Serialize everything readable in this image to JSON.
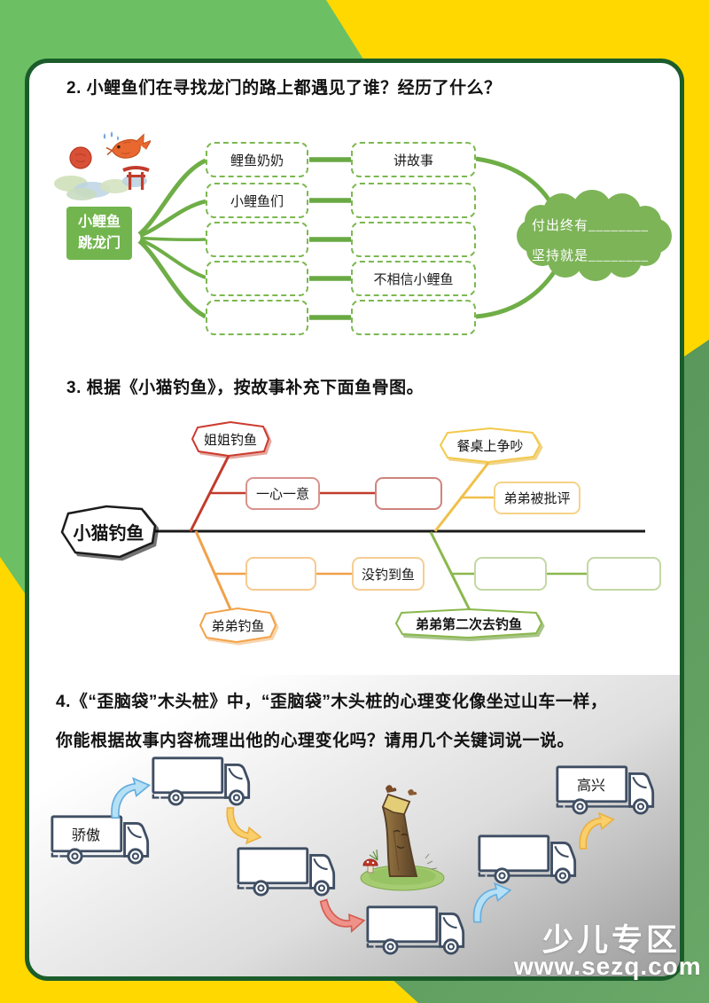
{
  "questions": {
    "q2": "2. 小鲤鱼们在寻找龙门的路上都遇见了谁？经历了什么？",
    "q3": "3. 根据《小猫钓鱼》，按故事补充下面鱼骨图。",
    "q4_line1": "4.《“歪脑袋”木头桩》中，“歪脑袋”木头桩的心理变化像坐过山车一样，",
    "q4_line2": "你能根据故事内容梳理出他的心理变化吗？请用几个关键词说一说。"
  },
  "mindmap": {
    "root_line1": "小鲤鱼",
    "root_line2": "跳龙门",
    "left_nodes": [
      {
        "label": "鲤鱼奶奶"
      },
      {
        "label": "小鲤鱼们"
      },
      {
        "label": ""
      },
      {
        "label": ""
      },
      {
        "label": ""
      }
    ],
    "right_nodes": [
      {
        "label": "讲故事"
      },
      {
        "label": ""
      },
      {
        "label": ""
      },
      {
        "label": "不相信小鲤鱼"
      },
      {
        "label": ""
      }
    ],
    "cloud_line1": "付出终有________",
    "cloud_line2": "坚持就是________"
  },
  "fishbone": {
    "head": "小猫钓鱼",
    "branches": [
      {
        "color": "#c23b2c",
        "cause": "姐姐钓鱼",
        "nodes": [
          "一心一意",
          ""
        ]
      },
      {
        "color": "#f0c04a",
        "cause": "餐桌上争吵",
        "nodes": [
          "弟弟被批评"
        ]
      },
      {
        "color": "#f0a14a",
        "cause": "弟弟钓鱼",
        "nodes": [
          "",
          "没钓到鱼"
        ]
      },
      {
        "color": "#8ab84e",
        "cause": "弟弟第二次去钓鱼",
        "nodes": [
          "",
          ""
        ]
      }
    ]
  },
  "psychology_map": {
    "stages": [
      {
        "label": "骄傲"
      },
      {
        "label": ""
      },
      {
        "label": ""
      },
      {
        "label": ""
      },
      {
        "label": ""
      },
      {
        "label": "高兴"
      }
    ]
  },
  "watermark": {
    "title": "少儿专区",
    "url": "www.sezq.com"
  },
  "colors": {
    "bg_yellow": "#ffd800",
    "bg_green": "#6cc063",
    "card_border": "#1b5c2b",
    "mindmap_green": "#6fae47",
    "branch_red": "#c23b2c",
    "branch_gold": "#f0c04a",
    "branch_orange": "#f0a14a",
    "branch_green": "#8ab84e"
  }
}
